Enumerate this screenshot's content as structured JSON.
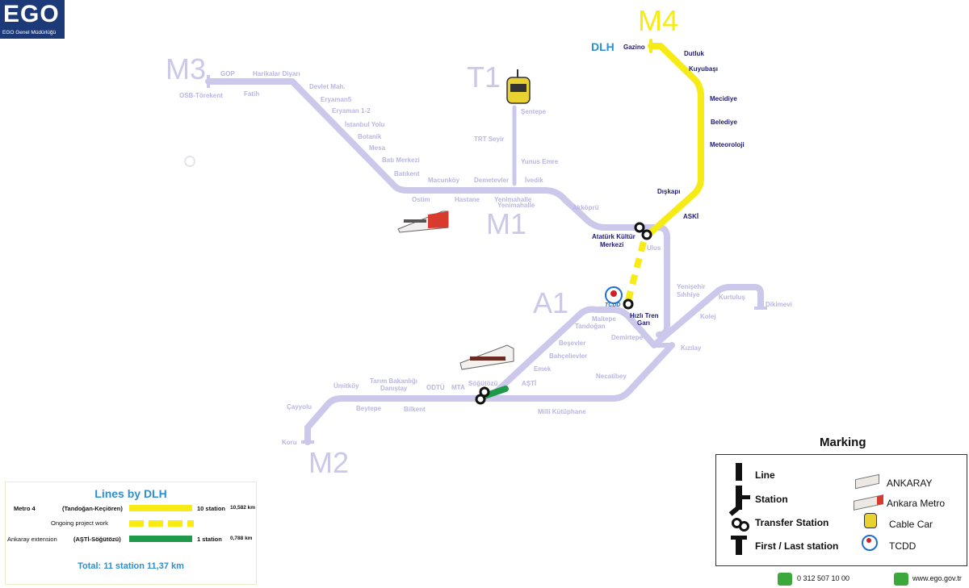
{
  "logo": {
    "brand": "EGO",
    "subtitle": "EGO Genel Müdürlüğü"
  },
  "lines": {
    "m1": "M1",
    "m2": "M2",
    "m3": "M3",
    "m4": "M4",
    "t1": "T1",
    "a1": "A1",
    "dlh": "DLH"
  },
  "stations": {
    "m3": [
      "GOP",
      "Harikalar Diyarı",
      "OSB-Törekent",
      "Fatih",
      "Devlet Mah.",
      "Eryaman5",
      "Eryaman 1-2",
      "İstanbul Yolu",
      "Botanik",
      "Mesa",
      "Batı Merkezi",
      "Batıkent"
    ],
    "m1": [
      "Macunköy",
      "Ostim",
      "Demetevler",
      "Hastane",
      "İvedik",
      "Yenimahalle",
      "Yenimahalle",
      "Akköprü",
      "Ulus",
      "Atatürk Kültür",
      "Merkezi"
    ],
    "t1": [
      "Şentepe",
      "TRT Seyir",
      "Yunus Emre"
    ],
    "m4": [
      "Gazino",
      "Dutluk",
      "Kuyubaşı",
      "Mecidiye",
      "Belediye",
      "Meteoroloji",
      "Dışkapı",
      "ASKİ"
    ],
    "tcdd": [
      "Hızlı Tren",
      "Garı"
    ],
    "a1": [
      "Yenişehir",
      "Sıhhiye",
      "Kurtuluş",
      "Dikimevi",
      "Kolej",
      "Kızılay",
      "Demirtepe",
      "Maltepe",
      "Tandoğan",
      "Beşevler",
      "Bahçelievler",
      "Emek",
      "AŞTİ",
      "Söğütözü",
      "Necatibey"
    ],
    "m2": [
      "Ümitköy",
      "Tarım Bakanlığı",
      "Danıştay",
      "ODTÜ",
      "MTA",
      "Çayyolu",
      "Beytepe",
      "Bilkent",
      "Milli Kütüphane",
      "Koru"
    ]
  },
  "panel": {
    "title": "Lines by DLH",
    "row1": {
      "name": "Metro 4",
      "route": "(Tandoğan-Keçiören)",
      "stations": "10 station",
      "km": "10,582 km"
    },
    "row2": {
      "name": "Ongoing project work"
    },
    "row3": {
      "name": "Ankaray extension",
      "route": "(AŞTİ-Söğütözü)",
      "stations": "1  station",
      "km": "0,788 km"
    },
    "total": "Total: 11 station 11,37 km"
  },
  "legend": {
    "title": "Marking",
    "line": "Line",
    "station": "Station",
    "transfer": "Transfer Station",
    "firstlast": "First / Last station",
    "ankaray": "ANKARAY",
    "metro": "Ankara Metro",
    "cable": "Cable Car",
    "tcdd": "TCDD",
    "tcdd_icon": "TCDD"
  },
  "footer": {
    "phone": "0 312 507 10 00",
    "web": "www.ego.gov.tr"
  },
  "colors": {
    "existing": "#cbc8ec",
    "m4": "#f6eb14",
    "ext": "#1f9a4a",
    "brand": "#1c3a78",
    "dlh": "#2b8fd1"
  }
}
